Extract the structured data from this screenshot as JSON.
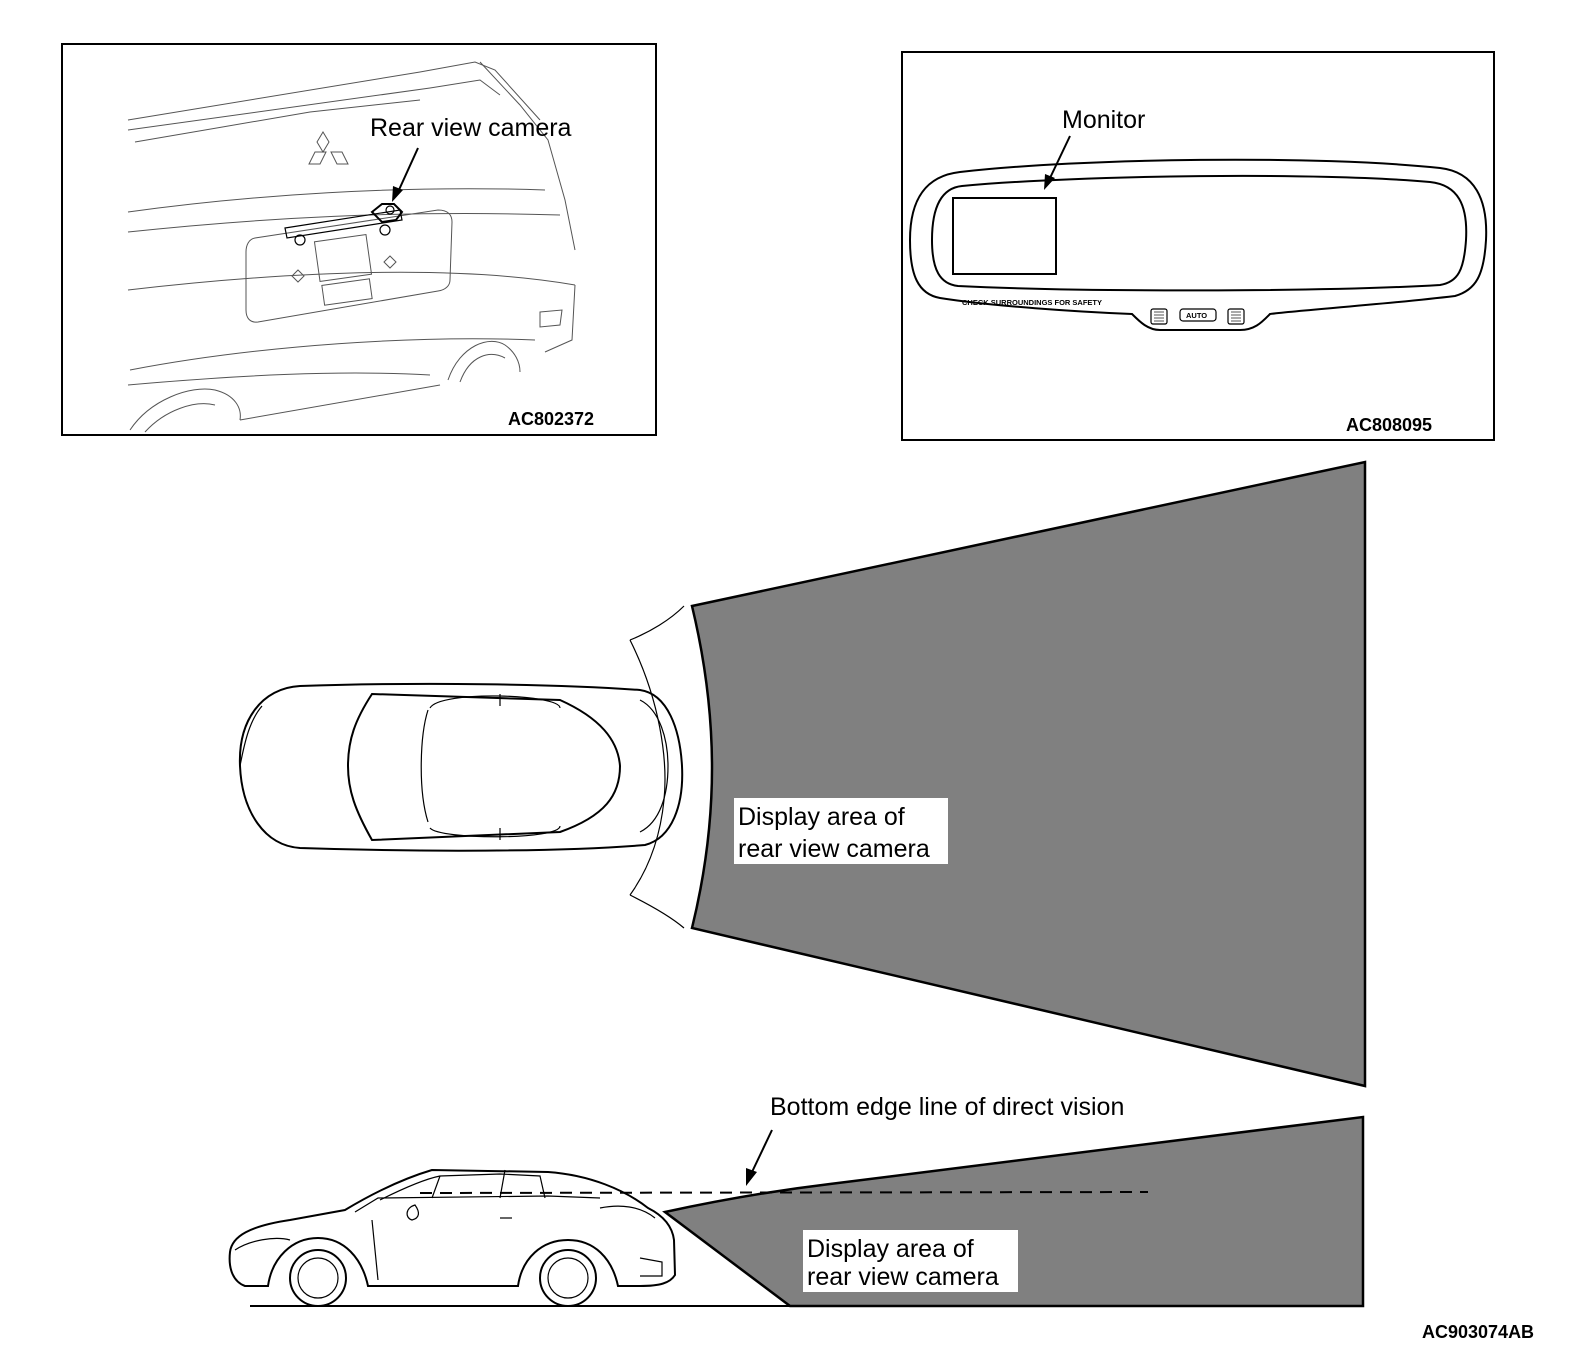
{
  "panel_rear": {
    "callout": "Rear view camera",
    "code": "AC802372"
  },
  "panel_mirror": {
    "callout": "Monitor",
    "mirror_text": "CHECK SURROUNDINGS FOR SAFETY",
    "button_auto": "AUTO",
    "code": "AC808095"
  },
  "top_view": {
    "area_label_1": "Display area of",
    "area_label_2": "rear view camera"
  },
  "side_view": {
    "vision_label": "Bottom edge line of direct vision",
    "area_label_1": "Display area of",
    "area_label_2": "rear view camera"
  },
  "figure_code": "AC903074AB",
  "colors": {
    "display_area": "#808080",
    "line": "#000000",
    "background": "#ffffff"
  }
}
